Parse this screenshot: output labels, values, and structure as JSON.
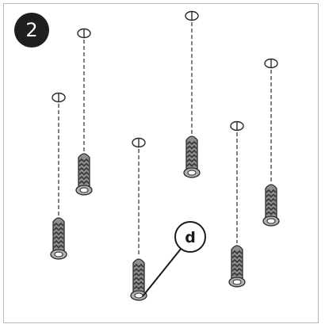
{
  "step": {
    "number": "2"
  },
  "callout": {
    "label": "d"
  },
  "part": {
    "name": "wall-plug"
  },
  "symbol": {
    "name": "drill-position-marker"
  },
  "colors": {
    "ink": "#2a2a2a",
    "plug_body": "#8f8f8f",
    "plug_ribs": "#3a3a3a",
    "frame": "#b8b8b8",
    "badge": "#1f1f1f"
  }
}
